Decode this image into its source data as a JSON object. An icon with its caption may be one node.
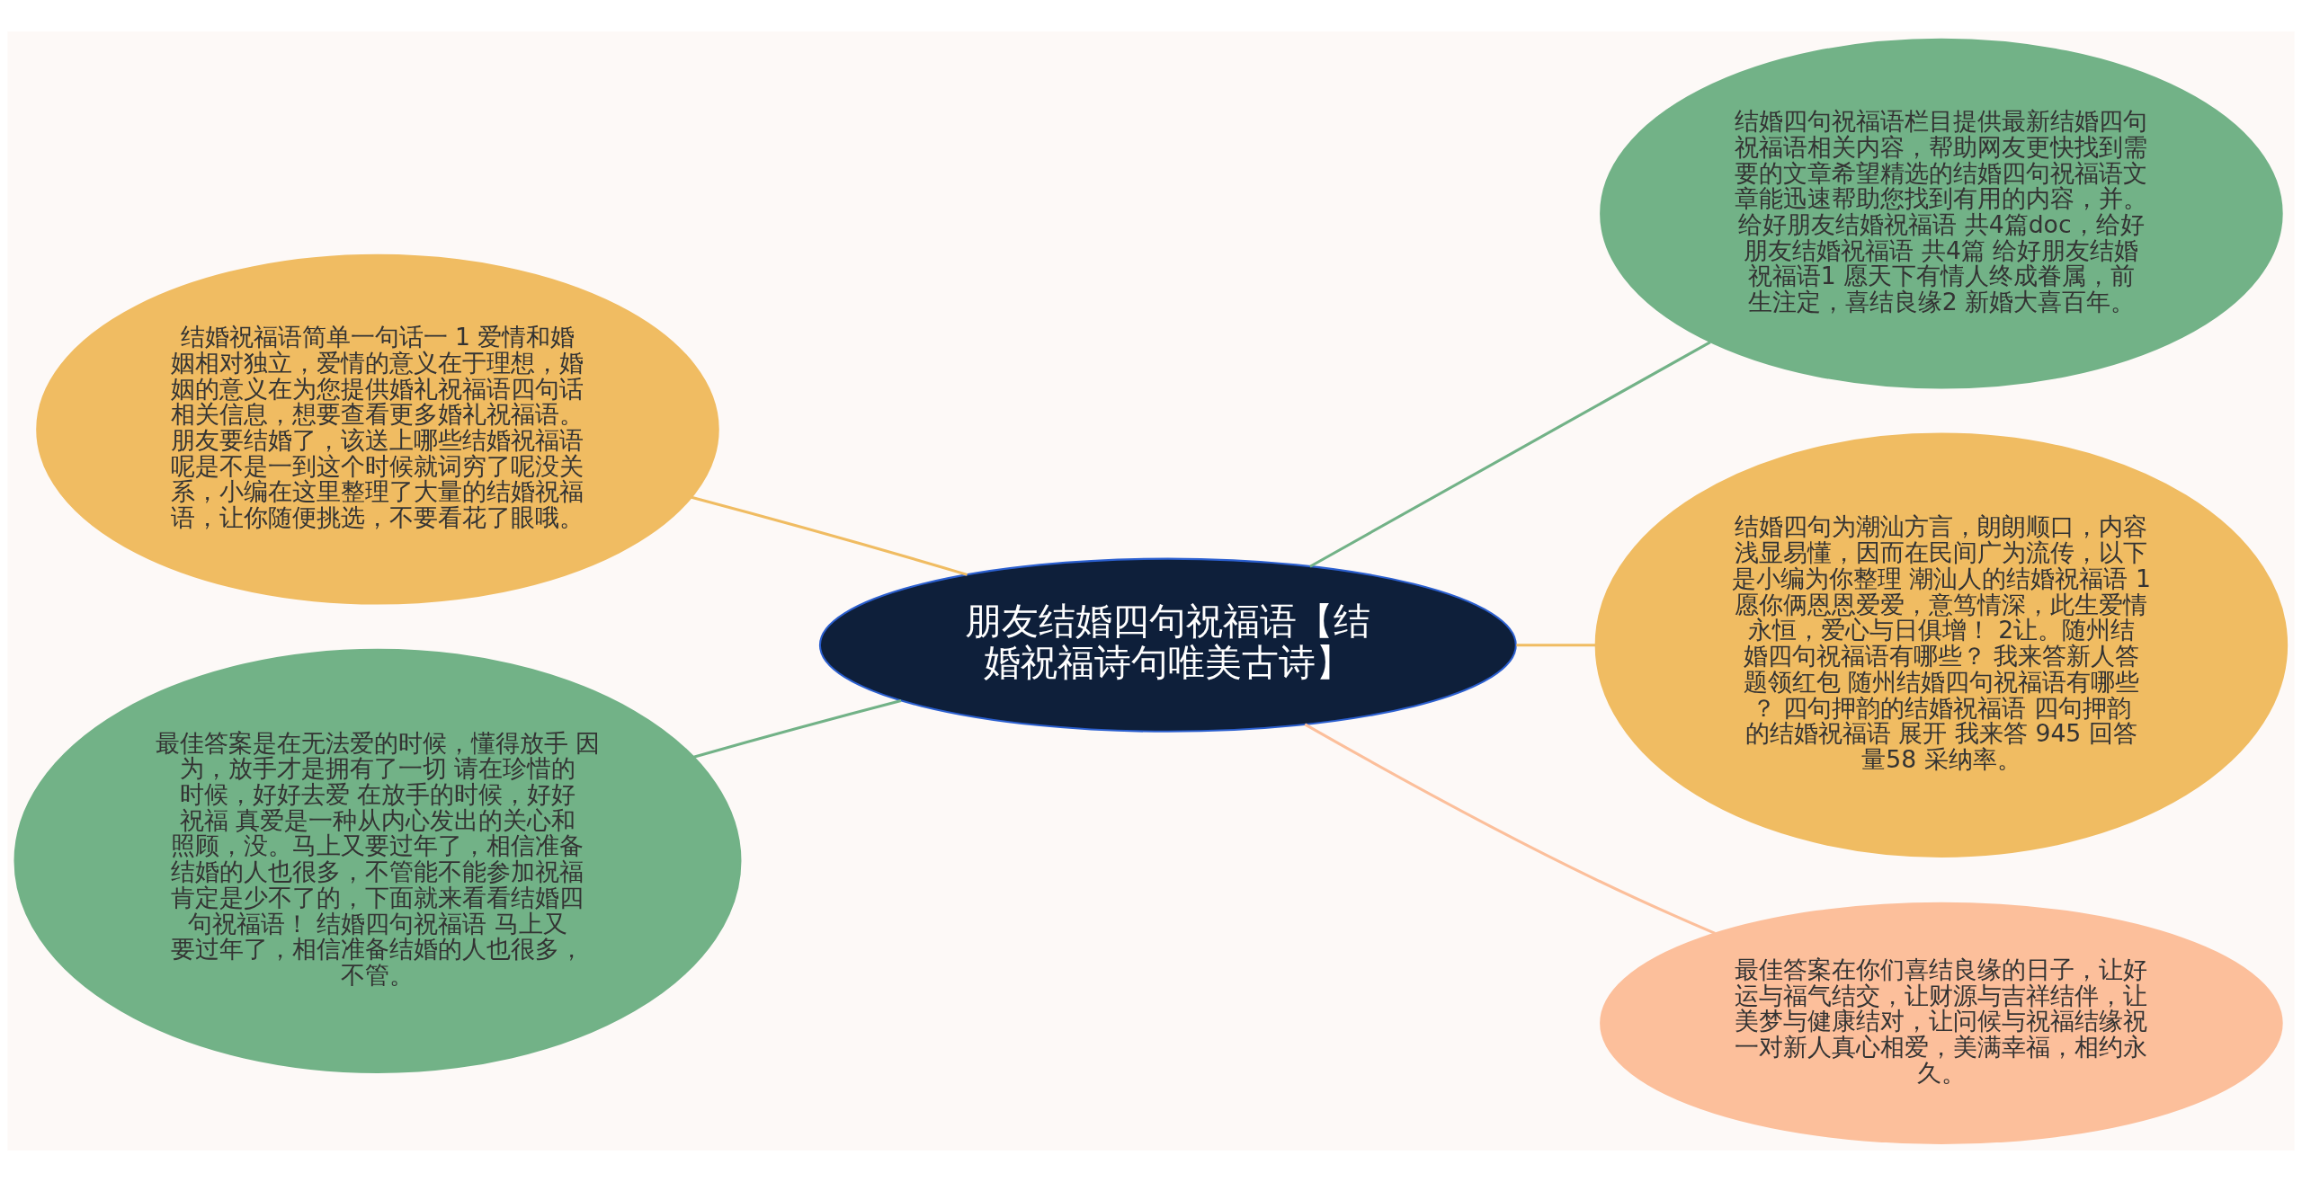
{
  "diagram": {
    "nodes": [
      {
        "text": [
          "朋友结婚四句祝福语【结婚祝福诗句唯美古诗】"
        ]
      },
      {
        "text": [
          "结婚祝福语简单一句话一 1 爱情和婚姻相对独立，爱情的意义在于理想，婚姻的意义在为您提供婚礼祝福语四句话相关信息，想要查看更多婚礼祝福语。朋友要结婚了，该送上哪些结婚祝福语呢是不是一到这个时候就词穷了呢没关系，小编在这里整理了大量的结婚祝福语，让你随便挑选，不要看花了眼哦。"
        ]
      },
      {
        "text": [
          "最佳答案是在无法爱的时候，懂得放手 因为，放手才是拥有了一切 请在珍惜的时候，好好去爱 在放手的时候，好好祝福 真爱是一种从内心发出的关心和照顾，没。马上又要过年了，相信准备结婚的人也很多，不管能不能参加祝福肯定是少不了的，下面就来看看结婚四句祝福语！ 结婚四句祝福语 马上又要过年了，相信准备结婚的人也很多，不管。"
        ]
      },
      {
        "text": [
          "结婚四句祝福语栏目提供最新结婚四句祝福语相关内容，帮助网友更快找到需要的文章希望精选的结婚四句祝福语文章能迅速帮助您找到有用的内容，并。给好朋友结婚祝福语 共4篇doc，给好朋友结婚祝福语 共4篇 给好朋友结婚祝福语1 愿天下有情人终成眷属，前生注定，喜结良缘2 新婚大喜百年。"
        ]
      },
      {
        "text": [
          "结婚四句为潮汕方言，朗朗顺口，内容浅显易懂，因而在民间广为流传，以下是小编为你整理 潮汕人的结婚祝福语 1愿你俩恩恩爱爱，意笃情深，此生爱情永恒，爱心与日俱增！ 2让。随州结婚四句祝福语有哪些？ 我来答新人答题领红包 随州结婚四句祝福语有哪些？ 四句押韵的结婚祝福语 四句押韵的结婚祝福语 展开 我来答 945 回答量58 采纳率。"
        ]
      },
      {
        "text": [
          "最佳答案在你们喜结良缘的日子，让好运与福气结交，让财源与吉祥结伴，让美梦与健康结对，让问候与祝福结缘祝一对新人真心相爱，美满幸福，相约永久。"
        ]
      }
    ],
    "edges": [
      {
        "from": 0,
        "to": 1,
        "arrow": "none",
        "color": "#f0bc62"
      },
      {
        "from": 0,
        "to": 2,
        "arrow": "none",
        "color": "#72b287"
      },
      {
        "from": 0,
        "to": 3,
        "arrow": "none",
        "color": "#72b287"
      },
      {
        "from": 0,
        "to": 4,
        "arrow": "none",
        "color": "#f0bc62"
      },
      {
        "from": 0,
        "to": 5,
        "arrow": "none",
        "color": "#fcbf9b"
      }
    ]
  }
}
